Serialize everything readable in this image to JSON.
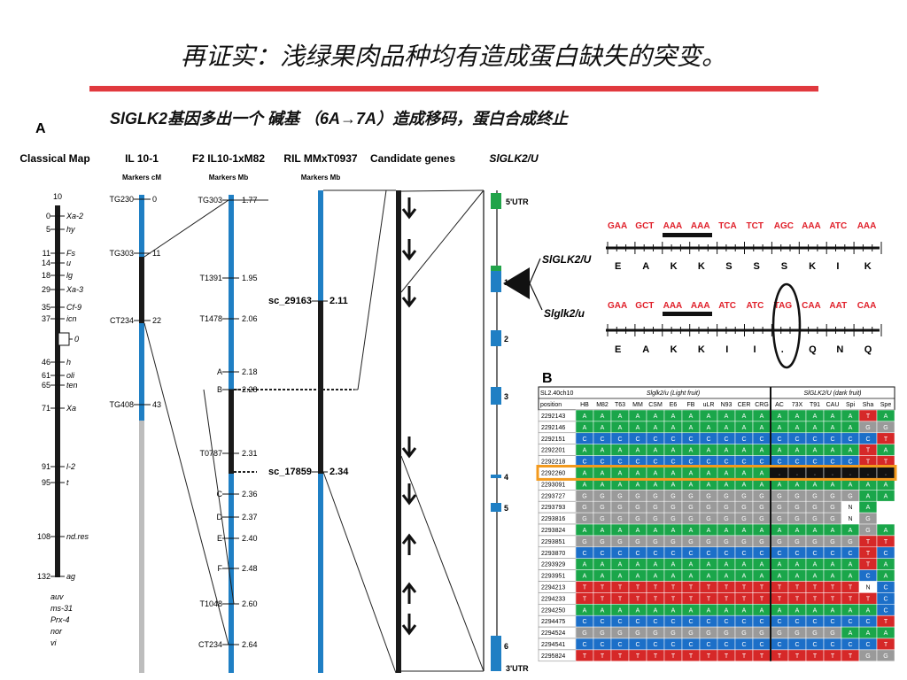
{
  "slide": {
    "title": "再证实：浅绿果肉品种均有造成蛋白缺失的突变。",
    "subtitle": "SlGLK2基因多出一个 碱基 （6A→7A）造成移码，蛋白合成终止"
  },
  "panel_a": {
    "label": "A",
    "columns": [
      {
        "title": "Classical Map",
        "sub": ""
      },
      {
        "title": "IL 10-1",
        "sub": "Markers   cM"
      },
      {
        "title": "F2 IL10-1xM82",
        "sub": "Markers   Mb"
      },
      {
        "title": "RIL MMxT0937",
        "sub": "Markers   Mb"
      },
      {
        "title": "Candidate genes",
        "sub": ""
      },
      {
        "title": "SlGLK2/U",
        "sub": ""
      }
    ],
    "classical_map": [
      {
        "pos": "10",
        "name": ""
      },
      {
        "pos": "0",
        "name": "Xa-2"
      },
      {
        "pos": "5",
        "name": "hy"
      },
      {
        "pos": "11",
        "name": "Fs"
      },
      {
        "pos": "14",
        "name": "u"
      },
      {
        "pos": "18",
        "name": "lg"
      },
      {
        "pos": "29",
        "name": "Xa-3"
      },
      {
        "pos": "35",
        "name": "Cf-9"
      },
      {
        "pos": "37",
        "name": "icn"
      },
      {
        "pos": "",
        "name": "0"
      },
      {
        "pos": "46",
        "name": "h"
      },
      {
        "pos": "61",
        "name": "oli"
      },
      {
        "pos": "65",
        "name": "ten"
      },
      {
        "pos": "71",
        "name": "Xa"
      },
      {
        "pos": "91",
        "name": "l-2"
      },
      {
        "pos": "95",
        "name": "t"
      },
      {
        "pos": "108",
        "name": "nd.res"
      },
      {
        "pos": "132",
        "name": "ag"
      }
    ],
    "classical_extra": [
      "auv",
      "ms-31",
      "Prx-4",
      "nor",
      "vi"
    ],
    "il101": [
      {
        "marker": "TG230",
        "value": "0"
      },
      {
        "marker": "TG303",
        "value": "11"
      },
      {
        "marker": "CT234",
        "value": "22"
      },
      {
        "marker": "TG408",
        "value": "43"
      }
    ],
    "f2": [
      {
        "marker": "TG303",
        "value": "1.77"
      },
      {
        "marker": "T1391",
        "value": "1.95"
      },
      {
        "marker": "T1478",
        "value": "2.06"
      },
      {
        "marker": "A",
        "value": "2.18"
      },
      {
        "marker": "B",
        "value": "2.28"
      },
      {
        "marker": "T0787",
        "value": "2.31"
      },
      {
        "marker": "C",
        "value": "2.36"
      },
      {
        "marker": "D",
        "value": "2.37"
      },
      {
        "marker": "E",
        "value": "2.40"
      },
      {
        "marker": "F",
        "value": "2.48"
      },
      {
        "marker": "T1048",
        "value": "2.60"
      },
      {
        "marker": "CT234",
        "value": "2.64"
      }
    ],
    "ril": [
      {
        "marker": "sc_29163",
        "value": "2.11"
      },
      {
        "marker": "sc_17859",
        "value": "2.34"
      }
    ],
    "gene": {
      "utr5": "5'UTR",
      "utr3": "3'UTR",
      "exons": [
        "1",
        "2",
        "3",
        "4",
        "5",
        "6"
      ]
    },
    "sequences": {
      "wt_label": "SlGLK2/U",
      "mut_label": "Slglk2/u",
      "wt_codons": [
        "GAA",
        "GCT",
        "AAA",
        "AAA",
        "TCA",
        "TCT",
        "AGC",
        "AAA",
        "ATC",
        "AAA"
      ],
      "wt_aa": [
        "E",
        "A",
        "K",
        "K",
        "S",
        "S",
        "S",
        "K",
        "I",
        "K"
      ],
      "mut_codons": [
        "GAA",
        "GCT",
        "AAA",
        "AAA",
        "ATC",
        "ATC",
        "TAG",
        "CAA",
        "AAT",
        "CAA"
      ],
      "mut_aa": [
        "E",
        "A",
        "K",
        "K",
        "I",
        "I",
        ".",
        "Q",
        "N",
        "Q"
      ]
    }
  },
  "panel_b": {
    "label": "B",
    "corner": "SL2.40ch10",
    "row_header": "position",
    "group_light": "Slglk2/u (Light fruit)",
    "group_dark": "SlGLK2/U (dark fruit)",
    "columns": [
      "HB",
      "M82",
      "T63",
      "MM",
      "CSM",
      "E6",
      "FB",
      "uLR",
      "N93",
      "CER",
      "CRG",
      "AC",
      "73X",
      "T91",
      "CAU",
      "Spi",
      "Sha",
      "Spe"
    ],
    "rows": [
      {
        "pos": "2292143",
        "bases": "AAAAAAAAAAAAAAAATA"
      },
      {
        "pos": "2292146",
        "bases": "AAAAAAAAAAAAAAAAGG"
      },
      {
        "pos": "2292151",
        "bases": "CCCCCCCCCCCCCCCCCT"
      },
      {
        "pos": "2292201",
        "bases": "AAAAAAAAAAAAAAAATA"
      },
      {
        "pos": "2292218",
        "bases": "CCCCCCCCCCCCCCCCTT"
      },
      {
        "pos": "2292260",
        "bases": "AAAAAAAAAAA......."
      },
      {
        "pos": "2293091",
        "bases": "AAAAAAAAAAAAAAAAAA"
      },
      {
        "pos": "2293727",
        "bases": "GGGGGGGGGGGGGGGGAA"
      },
      {
        "pos": "2293793",
        "bases": "GGGGGGGGGGGGGGGNA"
      },
      {
        "pos": "2293816",
        "bases": "GGGGGGGGGGGGGGGNG"
      },
      {
        "pos": "2293824",
        "bases": "AAAAAAAAAAAAAAAAGA"
      },
      {
        "pos": "2293851",
        "bases": "GGGGGGGGGGGGGGGGTT"
      },
      {
        "pos": "2293870",
        "bases": "CCCCCCCCCCCCCCCCTC"
      },
      {
        "pos": "2293929",
        "bases": "AAAAAAAAAAAAAAAATA"
      },
      {
        "pos": "2293951",
        "bases": "AAAAAAAAAAAAAAAACA"
      },
      {
        "pos": "2294213",
        "bases": "TTTTTTTTTTTTTTTTNC"
      },
      {
        "pos": "2294233",
        "bases": "TTTTTTTTTTTTTTTTTC"
      },
      {
        "pos": "2294250",
        "bases": "AAAAAAAAAAAAAAAAAC"
      },
      {
        "pos": "2294475",
        "bases": "CCCCCCCCCCCCCCCCCT"
      },
      {
        "pos": "2294524",
        "bases": "GGGGGGGGGGGGGGGAAA"
      },
      {
        "pos": "2294541",
        "bases": "CCCCCCCCCCCCCCCCCT"
      },
      {
        "pos": "2295824",
        "bases": "TTTTTTTTTTTTTTTTGG"
      }
    ],
    "highlight_row": 5
  },
  "colors": {
    "title_rule": "#e0393e",
    "chrom_blue": "#1f7fc4",
    "chrom_black": "#1a1a1a",
    "chrom_gray": "#bdbdbd",
    "utr_green": "#22a44a",
    "seq_red": "#e0202a",
    "A": "#1aa64a",
    "C": "#1c6fc8",
    "G": "#9a9a9a",
    "T": "#d62828",
    "N": "#ffffff",
    "highlight": "#f39a1e"
  }
}
